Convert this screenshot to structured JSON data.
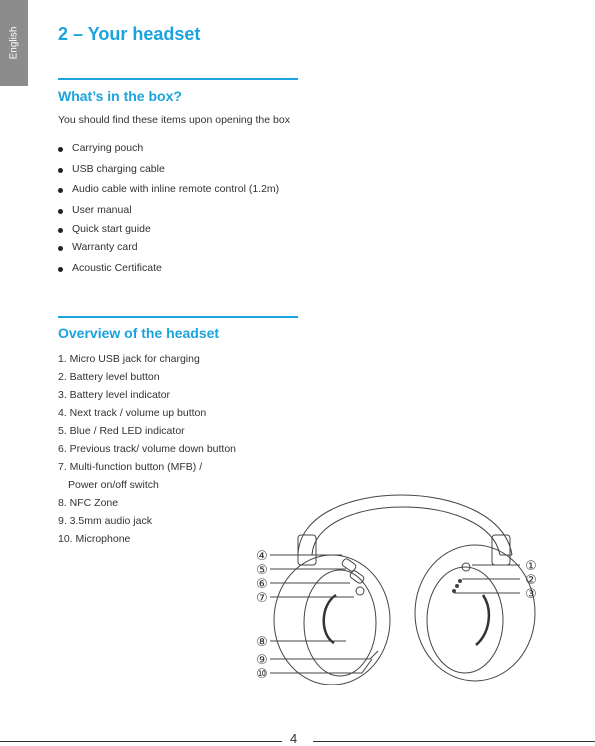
{
  "side_tab": "English",
  "title": "2 – Your headset",
  "box_section": {
    "heading": "What’s in the box?",
    "intro": "You should find these items upon opening the box",
    "items": [
      "Carrying pouch",
      "USB charging cable",
      "Audio cable with inline remote control (1.2m)",
      "User manual",
      "Quick start guide",
      "Warranty card",
      "Acoustic Certificate"
    ]
  },
  "overview_section": {
    "heading": "Overview of the headset",
    "items": [
      "1. Micro USB jack for charging",
      "2. Battery level button",
      "3. Battery level indicator",
      "4. Next track / volume up button",
      "5. Blue / Red LED indicator",
      "6. Previous track/ volume down button",
      "7. Multi-function button (MFB) /",
      "8. NFC Zone",
      "9. 3.5mm audio jack",
      "10. Microphone"
    ],
    "item7_cont": "Power on/off switch"
  },
  "callouts": [
    "①",
    "②",
    "③",
    "④",
    "⑤",
    "⑥",
    "⑦",
    "⑧",
    "⑨",
    "⑩"
  ],
  "page_number": "4",
  "colors": {
    "accent": "#1aa3dd",
    "tab": "#8c8c8c"
  }
}
